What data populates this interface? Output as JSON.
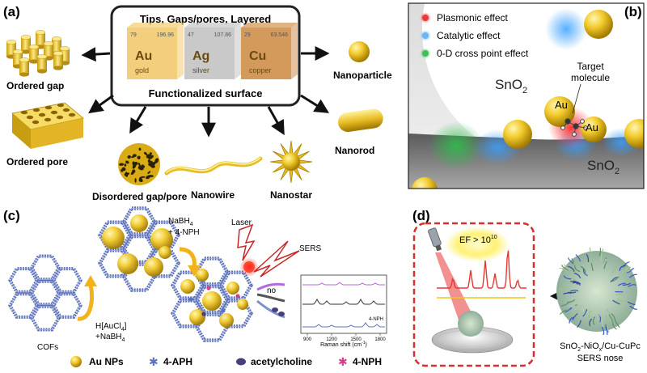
{
  "panel_a": {
    "label": "(a)",
    "box_title": "Tips, Gaps/pores, Layered",
    "box_footer": "Functionalized surface",
    "elements": [
      {
        "number": "79",
        "mass": "196.96",
        "symbol": "Au",
        "name": "gold",
        "color": "#f3cf7d"
      },
      {
        "number": "47",
        "mass": "107.86",
        "symbol": "Ag",
        "name": "silver",
        "color": "#c9c9c9"
      },
      {
        "number": "29",
        "mass": "63.546",
        "symbol": "Cu",
        "name": "copper",
        "color": "#d39a5c"
      }
    ],
    "structures": {
      "ordered_gap": "Ordered gap",
      "ordered_pore": "Ordered pore",
      "disordered": "Disordered gap/pore",
      "nanowire": "Nanowire",
      "nanostar": "Nanostar",
      "nanoparticle": "Nanoparticle",
      "nanorod": "Nanorod"
    }
  },
  "panel_b": {
    "label": "(b)",
    "legend": [
      {
        "text": "Plasmonic effect",
        "color": "#e83a3a"
      },
      {
        "text": "Catalytic effect",
        "color": "#6db6f0"
      },
      {
        "text": "0-D cross point effect",
        "color": "#3fbf5a"
      }
    ],
    "target_line1": "Target",
    "target_line2": "molecule",
    "au_left": "Au",
    "au_right": "Au",
    "sno2_top_main": "SnO",
    "sno2_top_sub": "2",
    "sno2_bottom_main": "SnO",
    "sno2_bottom_sub": "2"
  },
  "panel_c": {
    "label": "(c)",
    "cofs": "COFs",
    "reagent1_line1": "H[AuCl",
    "reagent1_sub": "4",
    "reagent1_end": "]",
    "reagent1_line2": "+NaBH",
    "reagent1_line2_sub": "4",
    "reagent2_line1": "NaBH",
    "reagent2_line1_sub": "4",
    "reagent2_line2": "+ 4-NPH",
    "laser": "Laser",
    "sers": "SERS",
    "no": "no",
    "spectrum_xlabel": "Raman shift (cm",
    "spectrum_xlabel_sup": "-1",
    "spectrum_xlabel_end": ")",
    "spectrum_ticks": [
      "900",
      "1200",
      "1500",
      "1800"
    ],
    "spectrum_tag": "4-NPH",
    "legend": [
      {
        "text": "Au NPs",
        "icon": "sphere"
      },
      {
        "text": "4-APH",
        "icon": "star-blue"
      },
      {
        "text": "acetylcholine",
        "icon": "ellipse-purple"
      },
      {
        "text": "4-NPH",
        "icon": "star-pink"
      }
    ]
  },
  "panel_d": {
    "label": "(d)",
    "ef_main": "EF > 10",
    "ef_sup": "10",
    "caption_line1_a": "SnO",
    "caption_line1_b": "2",
    "caption_line1_c": "-NiO",
    "caption_line1_d": "x",
    "caption_line1_e": "/Cu-CuPc",
    "caption_line2": "SERS nose"
  },
  "colors": {
    "gold": "#e8b92a",
    "dark_gold": "#b8860b",
    "dashed_red": "#d63030",
    "panel_b_border": "#222222",
    "cof_blue": "#5b6fb5"
  }
}
